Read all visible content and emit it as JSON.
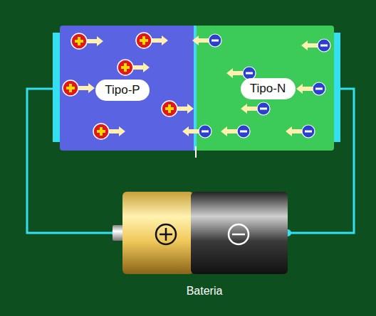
{
  "diagram": {
    "nodes": [
      {
        "text": [
          "Tipo-P"
        ]
      },
      {
        "text": [
          "Tipo-N"
        ]
      }
    ],
    "labels": [
      "Bateria"
    ]
  }
}
